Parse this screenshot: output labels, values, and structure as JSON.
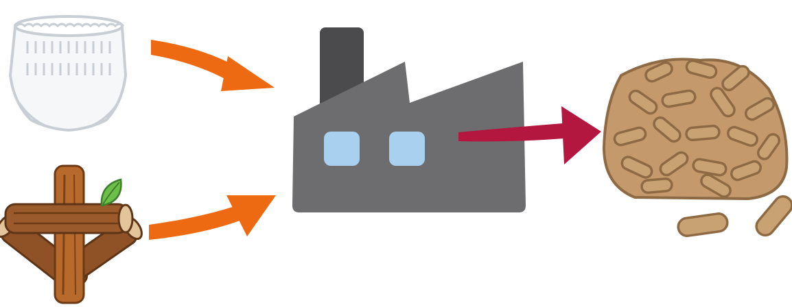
{
  "diagram": {
    "nodes": [
      {
        "id": "diaper",
        "icon": "diaper-icon"
      },
      {
        "id": "wood",
        "icon": "wood-logs-icon"
      },
      {
        "id": "factory",
        "icon": "factory-icon"
      },
      {
        "id": "pellets",
        "icon": "wood-pellets-icon"
      }
    ],
    "edges": [
      {
        "from": "diaper",
        "to": "factory",
        "color": "#ee6a12"
      },
      {
        "from": "wood",
        "to": "factory",
        "color": "#ee6a12"
      },
      {
        "from": "factory",
        "to": "pellets",
        "color": "#b3163f"
      }
    ]
  },
  "colors": {
    "input_arrow": "#ee6a12",
    "output_arrow": "#b3163f",
    "factory_body": "#6d6d6f",
    "factory_chimney": "#4b4b4d",
    "factory_window": "#a9d1ef",
    "wood": "#9a5a2c",
    "leaf": "#6cc04a",
    "pellet": "#c49a6c"
  }
}
